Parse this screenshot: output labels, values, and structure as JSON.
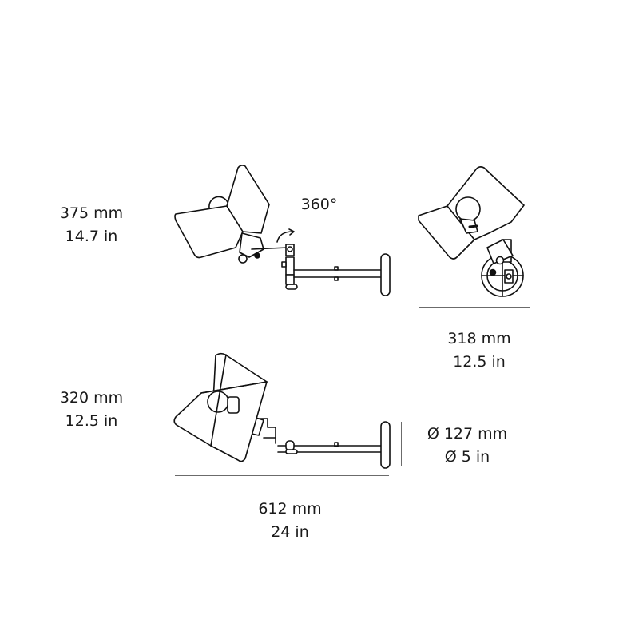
{
  "dimensions": {
    "top_side_height": {
      "mm": "375 mm",
      "in": "14.7 in"
    },
    "rotation": {
      "label": "360°"
    },
    "front_width": {
      "mm": "318 mm",
      "in": "12.5 in"
    },
    "bottom_side_height": {
      "mm": "320 mm",
      "in": "12.5 in"
    },
    "base_diameter": {
      "mm": "Ø 127 mm",
      "in": "Ø 5 in"
    },
    "overall_length": {
      "mm": "612 mm",
      "in": "24 in"
    }
  },
  "colors": {
    "line": "#111111",
    "dimension_line": "#6b6b6b",
    "background": "#ffffff"
  }
}
